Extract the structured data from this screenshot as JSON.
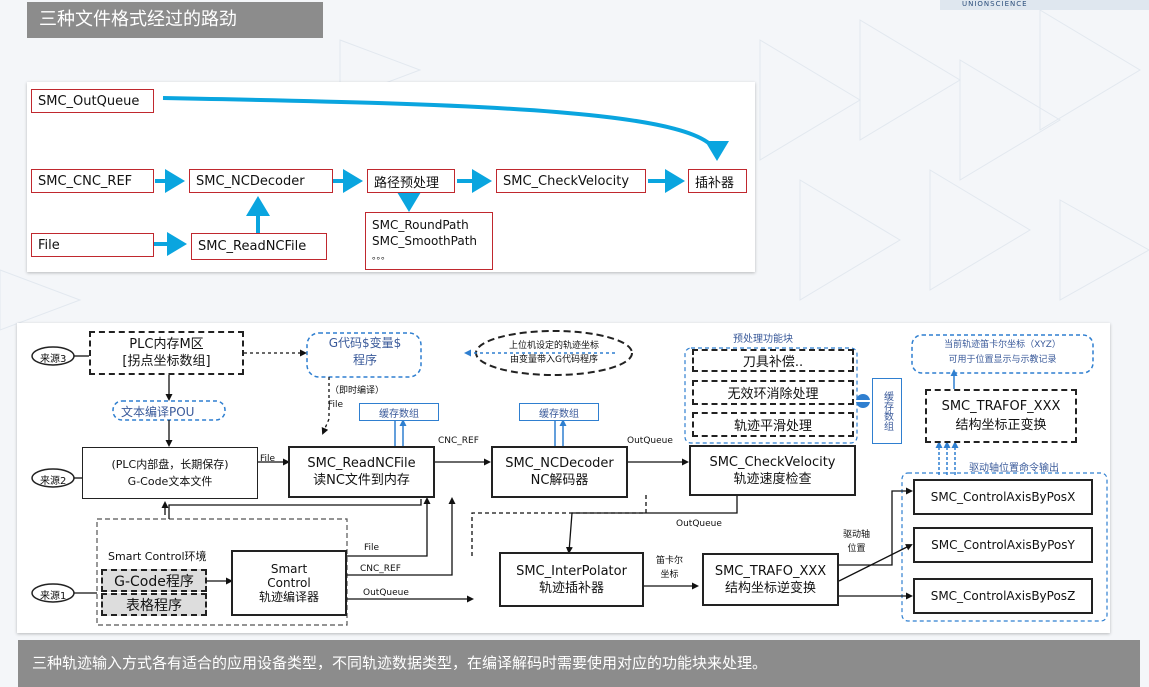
{
  "title": "三种文件格式经过的路劲",
  "footer": "三种轨迹输入方式各有适合的应用设备类型，不同轨迹数据类型，在编译解码时需要使用对应的功能块来处理。",
  "logo_text": "UNIONSCIENCE",
  "colors": {
    "arrow_blue": "#0aa5df",
    "box_red": "#c0282e",
    "label_blue": "#3a5a9a"
  },
  "top_diagram": {
    "outqueue": "SMC_OutQueue",
    "cnc_ref": "SMC_CNC_REF",
    "ncdecoder": "SMC_NCDecoder",
    "preprocess": "路径预处理",
    "checkvelocity": "SMC_CheckVelocity",
    "interpolator": "插补器",
    "file": "File",
    "readncfile": "SMC_ReadNCFile",
    "roundpath": "SMC_RoundPath",
    "smoothpath": "SMC_SmoothPath",
    "ellipsis": "。。。"
  },
  "bottom_diagram": {
    "source3": "来源3",
    "source2": "来源2",
    "source1": "来源1",
    "plc_mem_line1": "PLC内存M区",
    "plc_mem_line2": "[拐点坐标数组]",
    "gcode_var_line1": "G代码$变量$",
    "gcode_var_line2": "程序",
    "upper_line1": "上位机设定的轨迹坐标",
    "upper_line2": "由变量带入G代码程序",
    "text_compile": "文本编译POU",
    "immediate_compile": "（即时编译）",
    "file_label": "File",
    "buffer1": "缓存数组",
    "buffer2": "缓存数组",
    "cnc_ref_label": "CNC_REF",
    "outqueue_label": "OutQueue",
    "plc_disk_line1": "(PLC内部盘，长期保存)",
    "plc_disk_line2": "G-Code文本文件",
    "file_label2": "File",
    "readnc_line1": "SMC_ReadNCFile",
    "readnc_line2": "读NC文件到内存",
    "ncdec_line1": "SMC_NCDecoder",
    "ncdec_line2": "NC解码器",
    "preproc_title": "预处理功能块",
    "tool_comp": "刀具补偿..",
    "loop_elim": "无效环消除处理",
    "smooth": "轨迹平滑处理",
    "buffer3": "缓存数组",
    "checkvel_line1": "SMC_CheckVelocity",
    "checkvel_line2": "轨迹速度检查",
    "current_line1": "当前轨迹笛卡尔坐标（XYZ）",
    "current_line2": "可用于位置显示与示教记录",
    "trafof_line1": "SMC_TRAFOF_XXX",
    "trafof_line2": "结构坐标正变换",
    "drive_cmd": "驱动轴位置命令输出",
    "outqueue_label2": "OutQueue",
    "smart_env": "Smart Control环境",
    "gcode_prog": "G-Code程序",
    "table_prog": "表格程序",
    "smart_line1": "Smart",
    "smart_line2": "Control",
    "smart_line3": "轨迹编译器",
    "file_label3": "File",
    "cnc_ref_label2": "CNC_REF",
    "outqueue_label3": "OutQueue",
    "interp_line1": "SMC_InterPolator",
    "interp_line2": "轨迹插补器",
    "cartesian_line1": "笛卡尔",
    "cartesian_line2": "坐标",
    "trafo_line1": "SMC_TRAFO_XXX",
    "trafo_line2": "结构坐标逆变换",
    "drive_pos_line1": "驱动轴",
    "drive_pos_line2": "位置",
    "axis_x": "SMC_ControlAxisByPosX",
    "axis_y": "SMC_ControlAxisByPosY",
    "axis_z": "SMC_ControlAxisByPosZ"
  }
}
